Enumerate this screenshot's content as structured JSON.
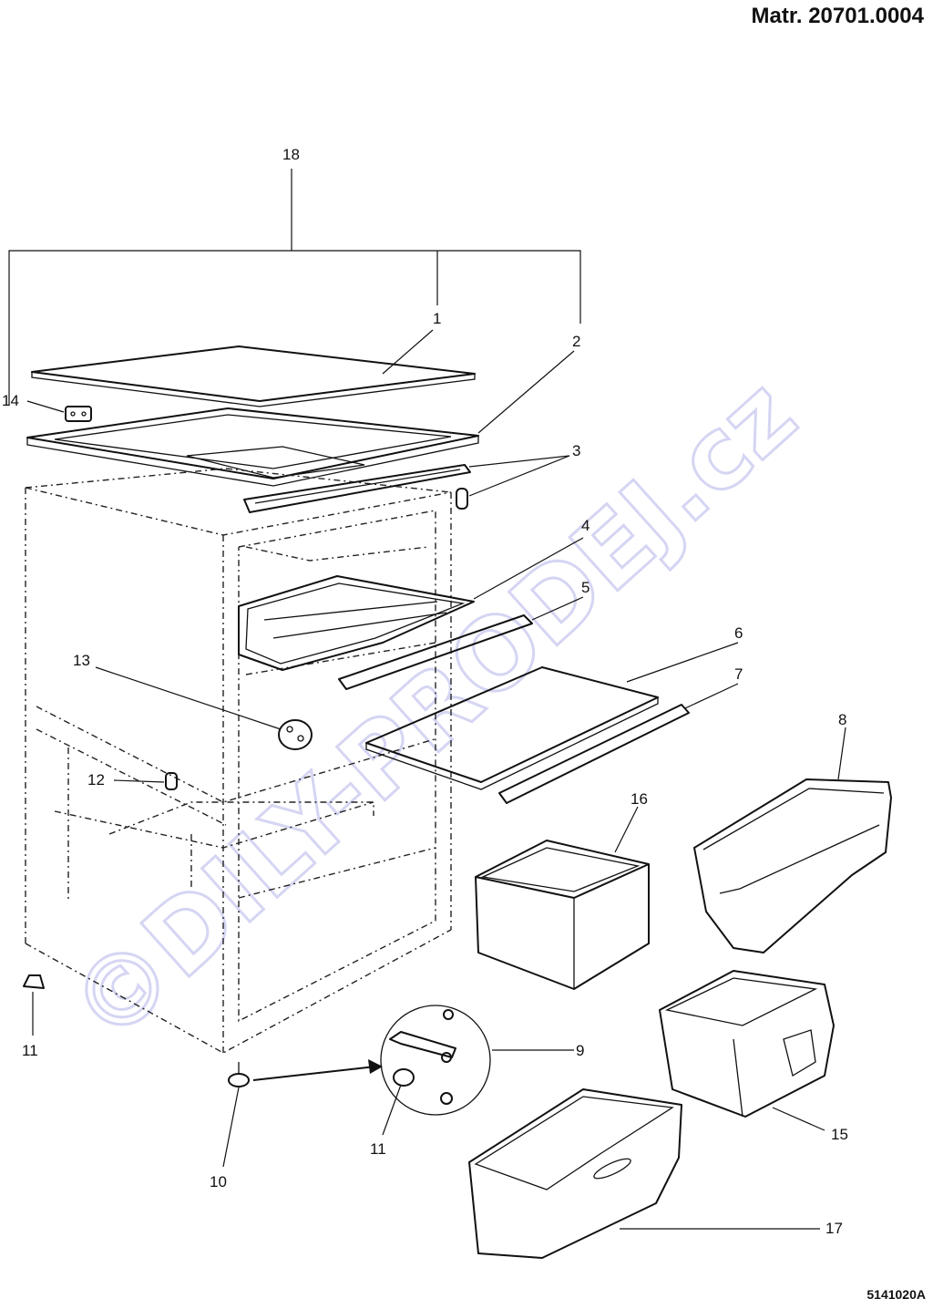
{
  "header": {
    "matr": "Matr. 20701.0004"
  },
  "footer": {
    "drawing_code": "5141020A"
  },
  "watermark": {
    "text": "©DILY-PRODEJ.cz",
    "color": "#c8c8f0"
  },
  "callouts": [
    {
      "id": "c18",
      "label": "18"
    },
    {
      "id": "c1",
      "label": "1"
    },
    {
      "id": "c2",
      "label": "2"
    },
    {
      "id": "c14",
      "label": "14"
    },
    {
      "id": "c3",
      "label": "3"
    },
    {
      "id": "c4",
      "label": "4"
    },
    {
      "id": "c5",
      "label": "5"
    },
    {
      "id": "c6",
      "label": "6"
    },
    {
      "id": "c7",
      "label": "7"
    },
    {
      "id": "c8",
      "label": "8"
    },
    {
      "id": "c13",
      "label": "13"
    },
    {
      "id": "c12",
      "label": "12"
    },
    {
      "id": "c16",
      "label": "16"
    },
    {
      "id": "c11a",
      "label": "11"
    },
    {
      "id": "c9",
      "label": "9"
    },
    {
      "id": "c15",
      "label": "15"
    },
    {
      "id": "c11b",
      "label": "11"
    },
    {
      "id": "c10",
      "label": "10"
    },
    {
      "id": "c17",
      "label": "17"
    }
  ]
}
